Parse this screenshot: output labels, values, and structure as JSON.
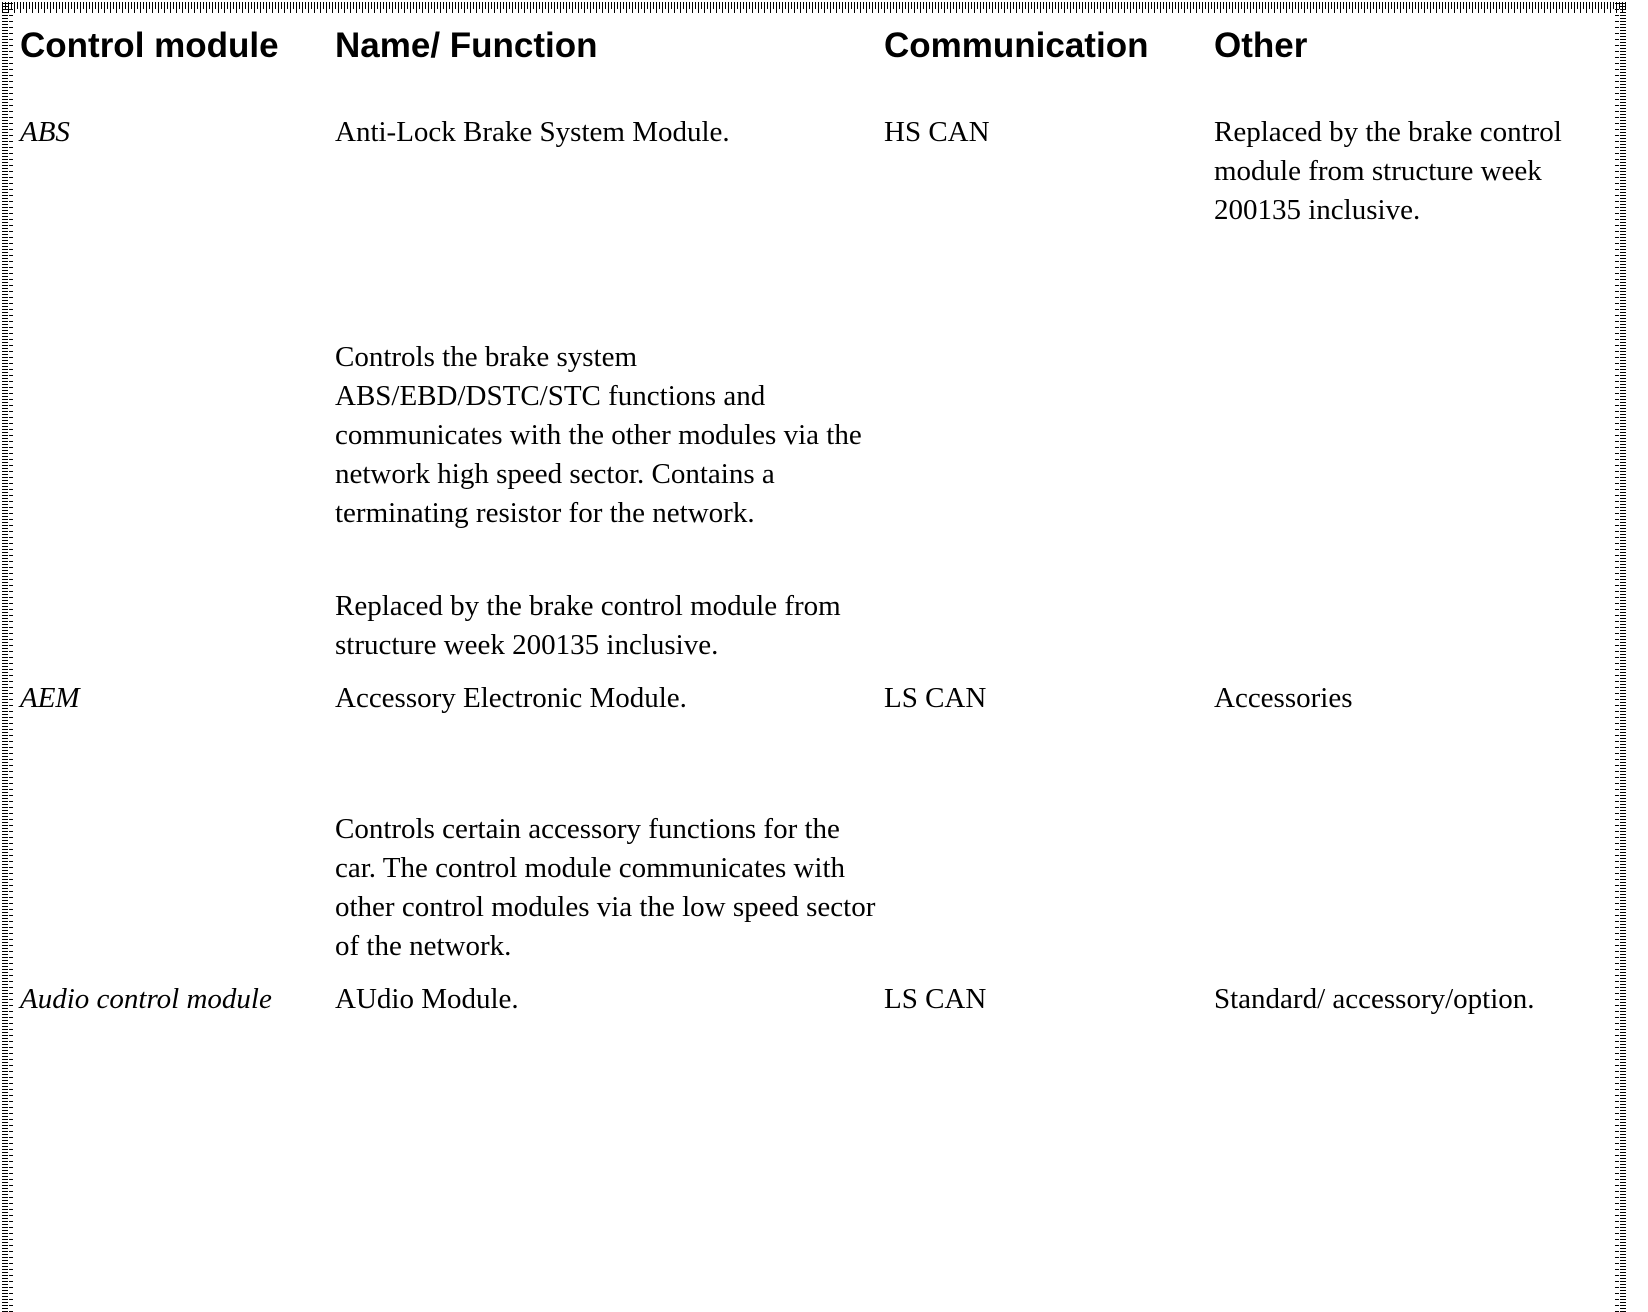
{
  "table": {
    "headers": [
      "Control module",
      "Name/ Function",
      "Communication",
      "Other"
    ],
    "rows": [
      {
        "module": "ABS",
        "name_function_paragraphs": [
          "Anti-Lock Brake System Module.",
          "Controls the brake system ABS/EBD/DSTC/STC functions and communicates with the other modules via the network high speed sector. Contains a terminating resistor for the network.",
          "Replaced by the brake control module from structure week 200135 inclusive."
        ],
        "communication": "HS CAN",
        "other": "Replaced by the brake control module from structure week 200135 inclusive."
      },
      {
        "module": "AEM",
        "name_function_paragraphs": [
          "Accessory Electronic Module.",
          "Controls certain accessory functions for the car. The control module communicates with other control modules via the low speed sector of the network."
        ],
        "communication": "LS CAN",
        "other": "Accessories"
      },
      {
        "module": "Audio control module",
        "name_function_paragraphs": [
          "AUdio Module."
        ],
        "communication": "LS CAN",
        "other": "Standard/ accessory/option."
      }
    ]
  }
}
